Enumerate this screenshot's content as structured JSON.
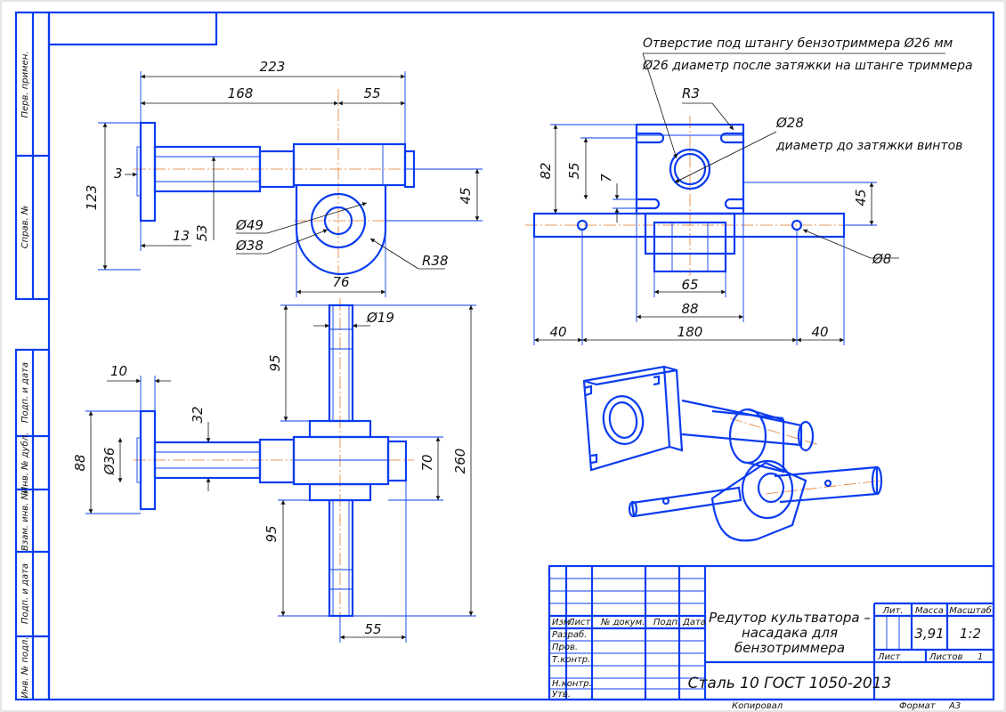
{
  "frame_columns": [
    "Перв. примен.",
    "Справ. №",
    "Подп. и дата",
    "Инв. № дубл.",
    "Взам. инв. №",
    "Подп. и дата",
    "Инв. № подл."
  ],
  "notes": {
    "hole": "Отверстие под штангу бензотриммера Ø26 мм",
    "after": "Ø26 диаметр после затяжки на штанге триммера",
    "d28": "Ø28",
    "before": "диаметр до затяжки винтов"
  },
  "dims": {
    "d223": "223",
    "d168": "168",
    "d55a": "55",
    "d3": "3",
    "d123": "123",
    "d13": "13",
    "d53": "53",
    "d49": "Ø49",
    "d38": "Ø38",
    "d45a": "45",
    "dR38": "R38",
    "d76": "76",
    "dR3": "R3",
    "d82": "82",
    "d55b": "55",
    "d7": "7",
    "d45b": "45",
    "d8": "Ø8",
    "d65": "65",
    "d88a": "88",
    "d40a": "40",
    "d180": "180",
    "d40b": "40",
    "d19": "Ø19",
    "d95a": "95",
    "d10": "10",
    "d32": "32",
    "d88b": "88",
    "d36": "Ø36",
    "d70": "70",
    "d260": "260",
    "d95b": "95",
    "d55c": "55"
  },
  "title_block": {
    "headers": [
      "Изм.",
      "Лист",
      "№ докум.",
      "Подп.",
      "Дата"
    ],
    "rows": [
      "Разраб.",
      "Пров.",
      "Т.контр.",
      "Н.контр.",
      "Утв."
    ],
    "name": [
      "Редутор культватора –",
      "насадака для",
      "бензотриммера"
    ],
    "material": "Сталь 10  ГОСТ 1050-2013",
    "lit_label": "Лит.",
    "mass_label": "Масса",
    "scale_label": "Масштаб",
    "mass": "3,91",
    "scale": "1:2",
    "sheet_label": "Лист",
    "sheets_label": "Листов",
    "sheets": "1"
  },
  "footer": {
    "copied": "Копировал",
    "format_label": "Формат",
    "format": "А3"
  }
}
